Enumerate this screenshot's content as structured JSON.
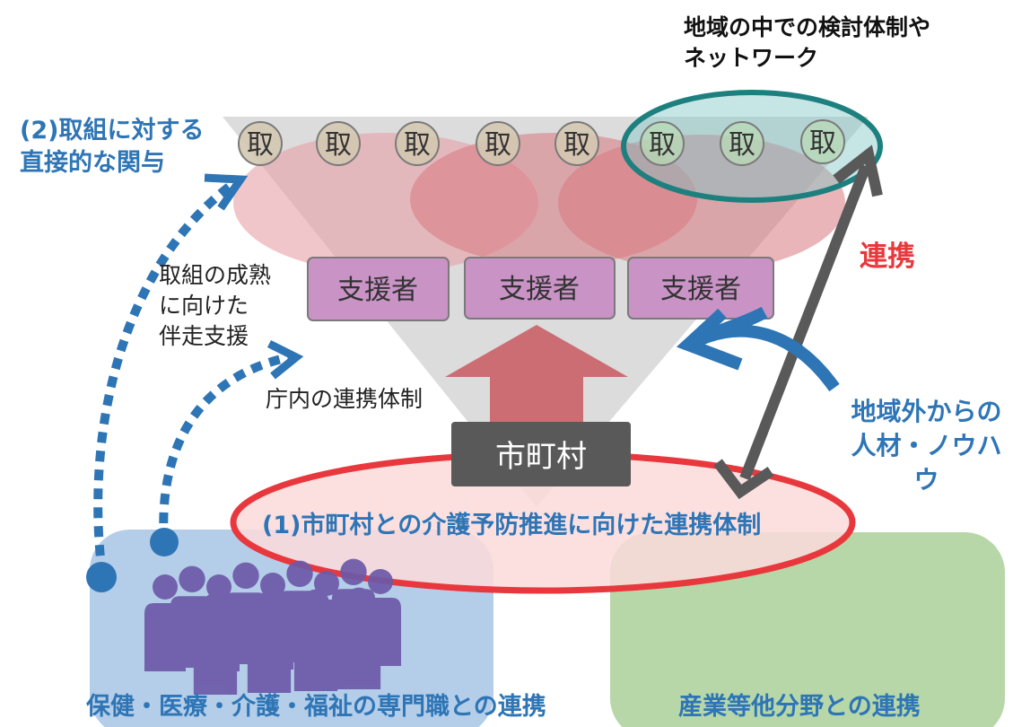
{
  "texts": {
    "network_title": "地域の中での検討体制や\nネットワーク",
    "direct_involvement": "(2)取組に対する\n直接的な関与",
    "maturity_support": "取組の成熟\nに向けた\n伴走支援",
    "internal_cooperation": "庁内の連携体制",
    "cooperation": "連携",
    "outside_talent": "地域外からの\n人材・ノウハウ",
    "municipality": "市町村",
    "municipality_cooperation": "(1)市町村との介護予防推進に向けた連携体制",
    "professionals": "保健・医療・介護・福祉の専門職との連携",
    "other_industries": "産業等他分野との連携"
  },
  "initiatives": [
    "取",
    "取",
    "取",
    "取",
    "取",
    "取",
    "取",
    "取"
  ],
  "supporters": [
    "支援者",
    "支援者",
    "支援者"
  ],
  "colors": {
    "blue_accent": "#2e75b6",
    "red_accent": "#e8383d",
    "teal_accent": "#1e7f7f",
    "gray_arrow": "#595959",
    "funnel": "#d6d6d6",
    "supporter_fill": "#c993c6",
    "professional_bg": "#b4cde8",
    "industry_bg": "#b7d7a8",
    "people": "#6d5aa8"
  },
  "icons": [
    "people-group-icon"
  ]
}
